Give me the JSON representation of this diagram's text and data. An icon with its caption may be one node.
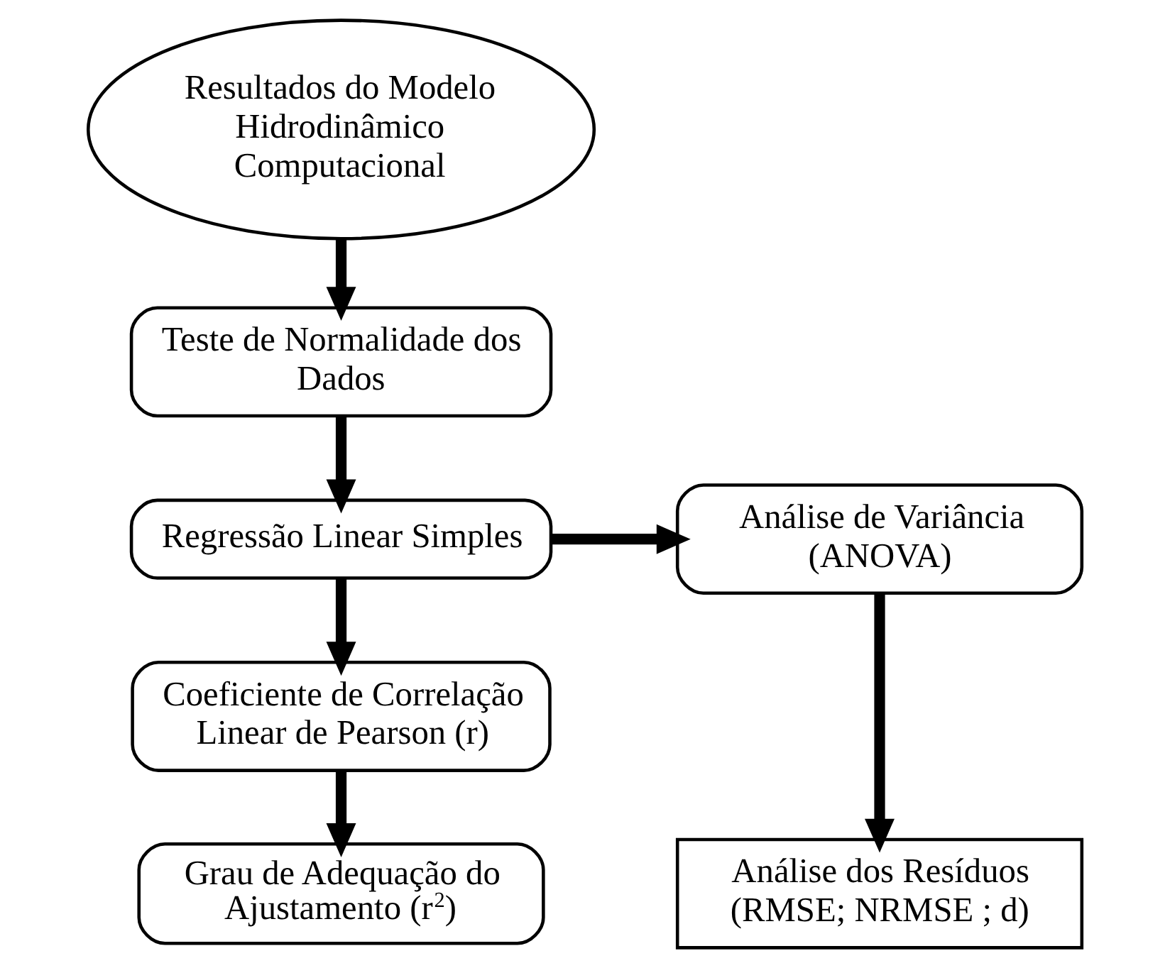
{
  "diagram": {
    "nodes": [
      {
        "text": [
          "Resultados do Modelo Hidrodinâmico Computacional"
        ]
      },
      {
        "text": [
          "Teste de Normalidade dos Dados"
        ]
      },
      {
        "text": [
          "Regressão Linear Simples"
        ]
      },
      {
        "text": [
          "Coeficiente de Correlação Linear de Pearson (r)"
        ]
      },
      {
        "text": [
          "Grau de Adequação do Ajustamento (r$^{2}$)"
        ]
      },
      {
        "text": [
          "Análise de Variância (ANOVA)"
        ]
      },
      {
        "text": [
          "Análise dos Resíduos (RMSE; NRMSE ; d)"
        ]
      }
    ],
    "edges": [
      {
        "from": 0,
        "to": 1,
        "arrow": "to"
      },
      {
        "from": 1,
        "to": 2,
        "arrow": "to"
      },
      {
        "from": 2,
        "to": 3,
        "arrow": "to"
      },
      {
        "from": 3,
        "to": 4,
        "arrow": "to"
      },
      {
        "from": 2,
        "to": 5,
        "arrow": "to"
      },
      {
        "from": 5,
        "to": 6,
        "arrow": "to"
      }
    ]
  }
}
